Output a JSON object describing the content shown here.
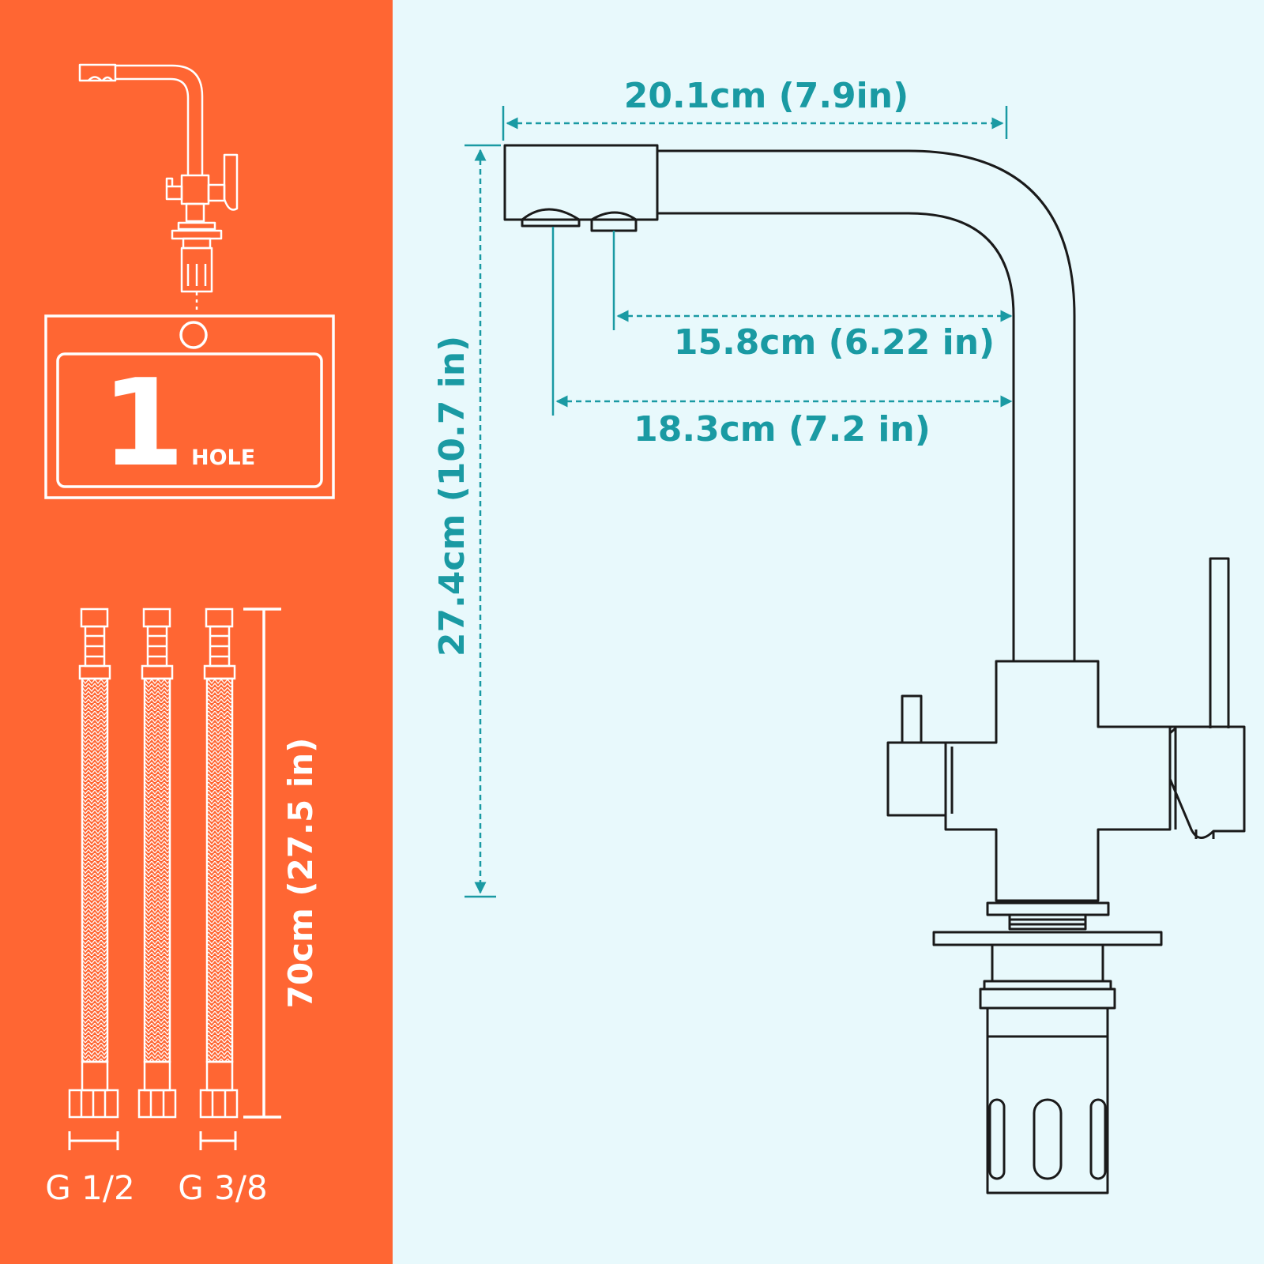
{
  "colors": {
    "left_background": "#FF6633",
    "right_background": "#E8F9FC",
    "dimension_teal": "#1A9AA3",
    "line_dark": "#1A1A1A",
    "white": "#FFFFFF"
  },
  "icons": [
    "faucet-outline-icon",
    "sink-hole-icon",
    "braided-hose-icon",
    "faucet-diagram"
  ],
  "mount": {
    "number": "1",
    "label": "HOLE"
  },
  "hoses": {
    "length": "70cm (27.5 in)",
    "thread_a": "G 1/2",
    "thread_b": "G 3/8"
  },
  "dimensions": {
    "width": "20.1cm (7.9in)",
    "height": "27.4cm (10.7 in)",
    "reach_short": "15.8cm (6.22 in)",
    "reach_long": "18.3cm (7.2 in)"
  }
}
